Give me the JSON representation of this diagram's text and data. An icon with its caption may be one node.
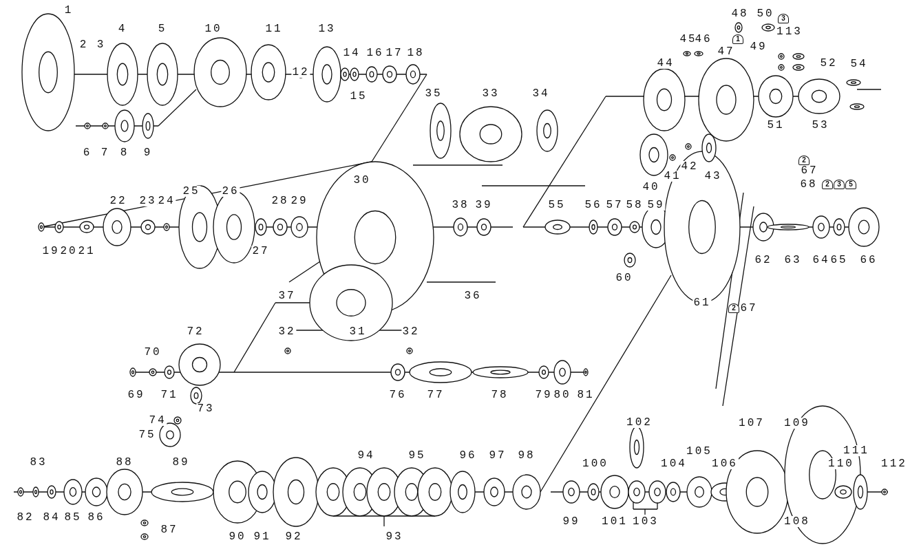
{
  "diagram": {
    "labels": [
      "1",
      "48",
      "50",
      "4",
      "5",
      "10",
      "11",
      "13",
      "3",
      "113",
      "2",
      "3",
      "14",
      "16",
      "17",
      "18",
      "47",
      "45",
      "46",
      "1",
      "49",
      "12",
      "44",
      "52",
      "54",
      "15",
      "35",
      "33",
      "34",
      "51",
      "53",
      "6",
      "7",
      "8",
      "9",
      "30",
      "41",
      "42",
      "43",
      "2",
      "67",
      "40",
      "68",
      "2",
      "3",
      "5",
      "22",
      "23",
      "24",
      "25",
      "26",
      "28",
      "29",
      "38",
      "39",
      "55",
      "56",
      "57",
      "58",
      "59",
      "19",
      "20",
      "21",
      "27",
      "62",
      "63",
      "64",
      "65",
      "66",
      "60",
      "37",
      "36",
      "61",
      "2",
      "67",
      "72",
      "32",
      "31",
      "32",
      "70",
      "69",
      "71",
      "76",
      "77",
      "78",
      "79",
      "80",
      "81",
      "73",
      "74",
      "102",
      "107",
      "109",
      "75",
      "83",
      "88",
      "89",
      "94",
      "95",
      "96",
      "97",
      "98",
      "100",
      "104",
      "105",
      "106",
      "110",
      "111",
      "112",
      "82",
      "84",
      "85",
      "86",
      "87",
      "99",
      "101",
      "103",
      "108",
      "90",
      "91",
      "92",
      "93"
    ]
  }
}
